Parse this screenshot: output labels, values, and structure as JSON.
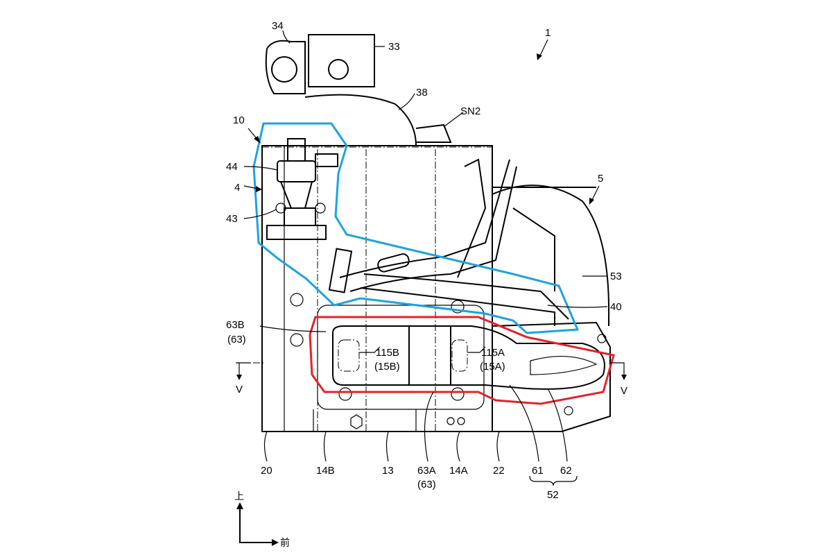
{
  "figure": {
    "labels": {
      "l1": "1",
      "l34": "34",
      "l33": "33",
      "l38": "38",
      "sn2": "SN2",
      "l10": "10",
      "l44": "44",
      "l4": "4",
      "l43": "43",
      "l5": "5",
      "l53": "53",
      "l40": "40",
      "l63b": "63B",
      "l63b_sub": "(63)",
      "l115b": "115B",
      "l15b": "(15B)",
      "l115a": "115A",
      "l15a": "(15A)",
      "v_left": "V",
      "v_right": "V",
      "l20": "20",
      "l14b": "14B",
      "l13": "13",
      "l63a": "63A",
      "l63a_sub": "(63)",
      "l14a": "14A",
      "l22": "22",
      "l61": "61",
      "l62": "62",
      "l52": "52"
    },
    "axes": {
      "up": "上",
      "front": "前"
    },
    "highlight_colors": {
      "blue_region": "#1aa3e0",
      "red_region": "#e8202a"
    }
  }
}
